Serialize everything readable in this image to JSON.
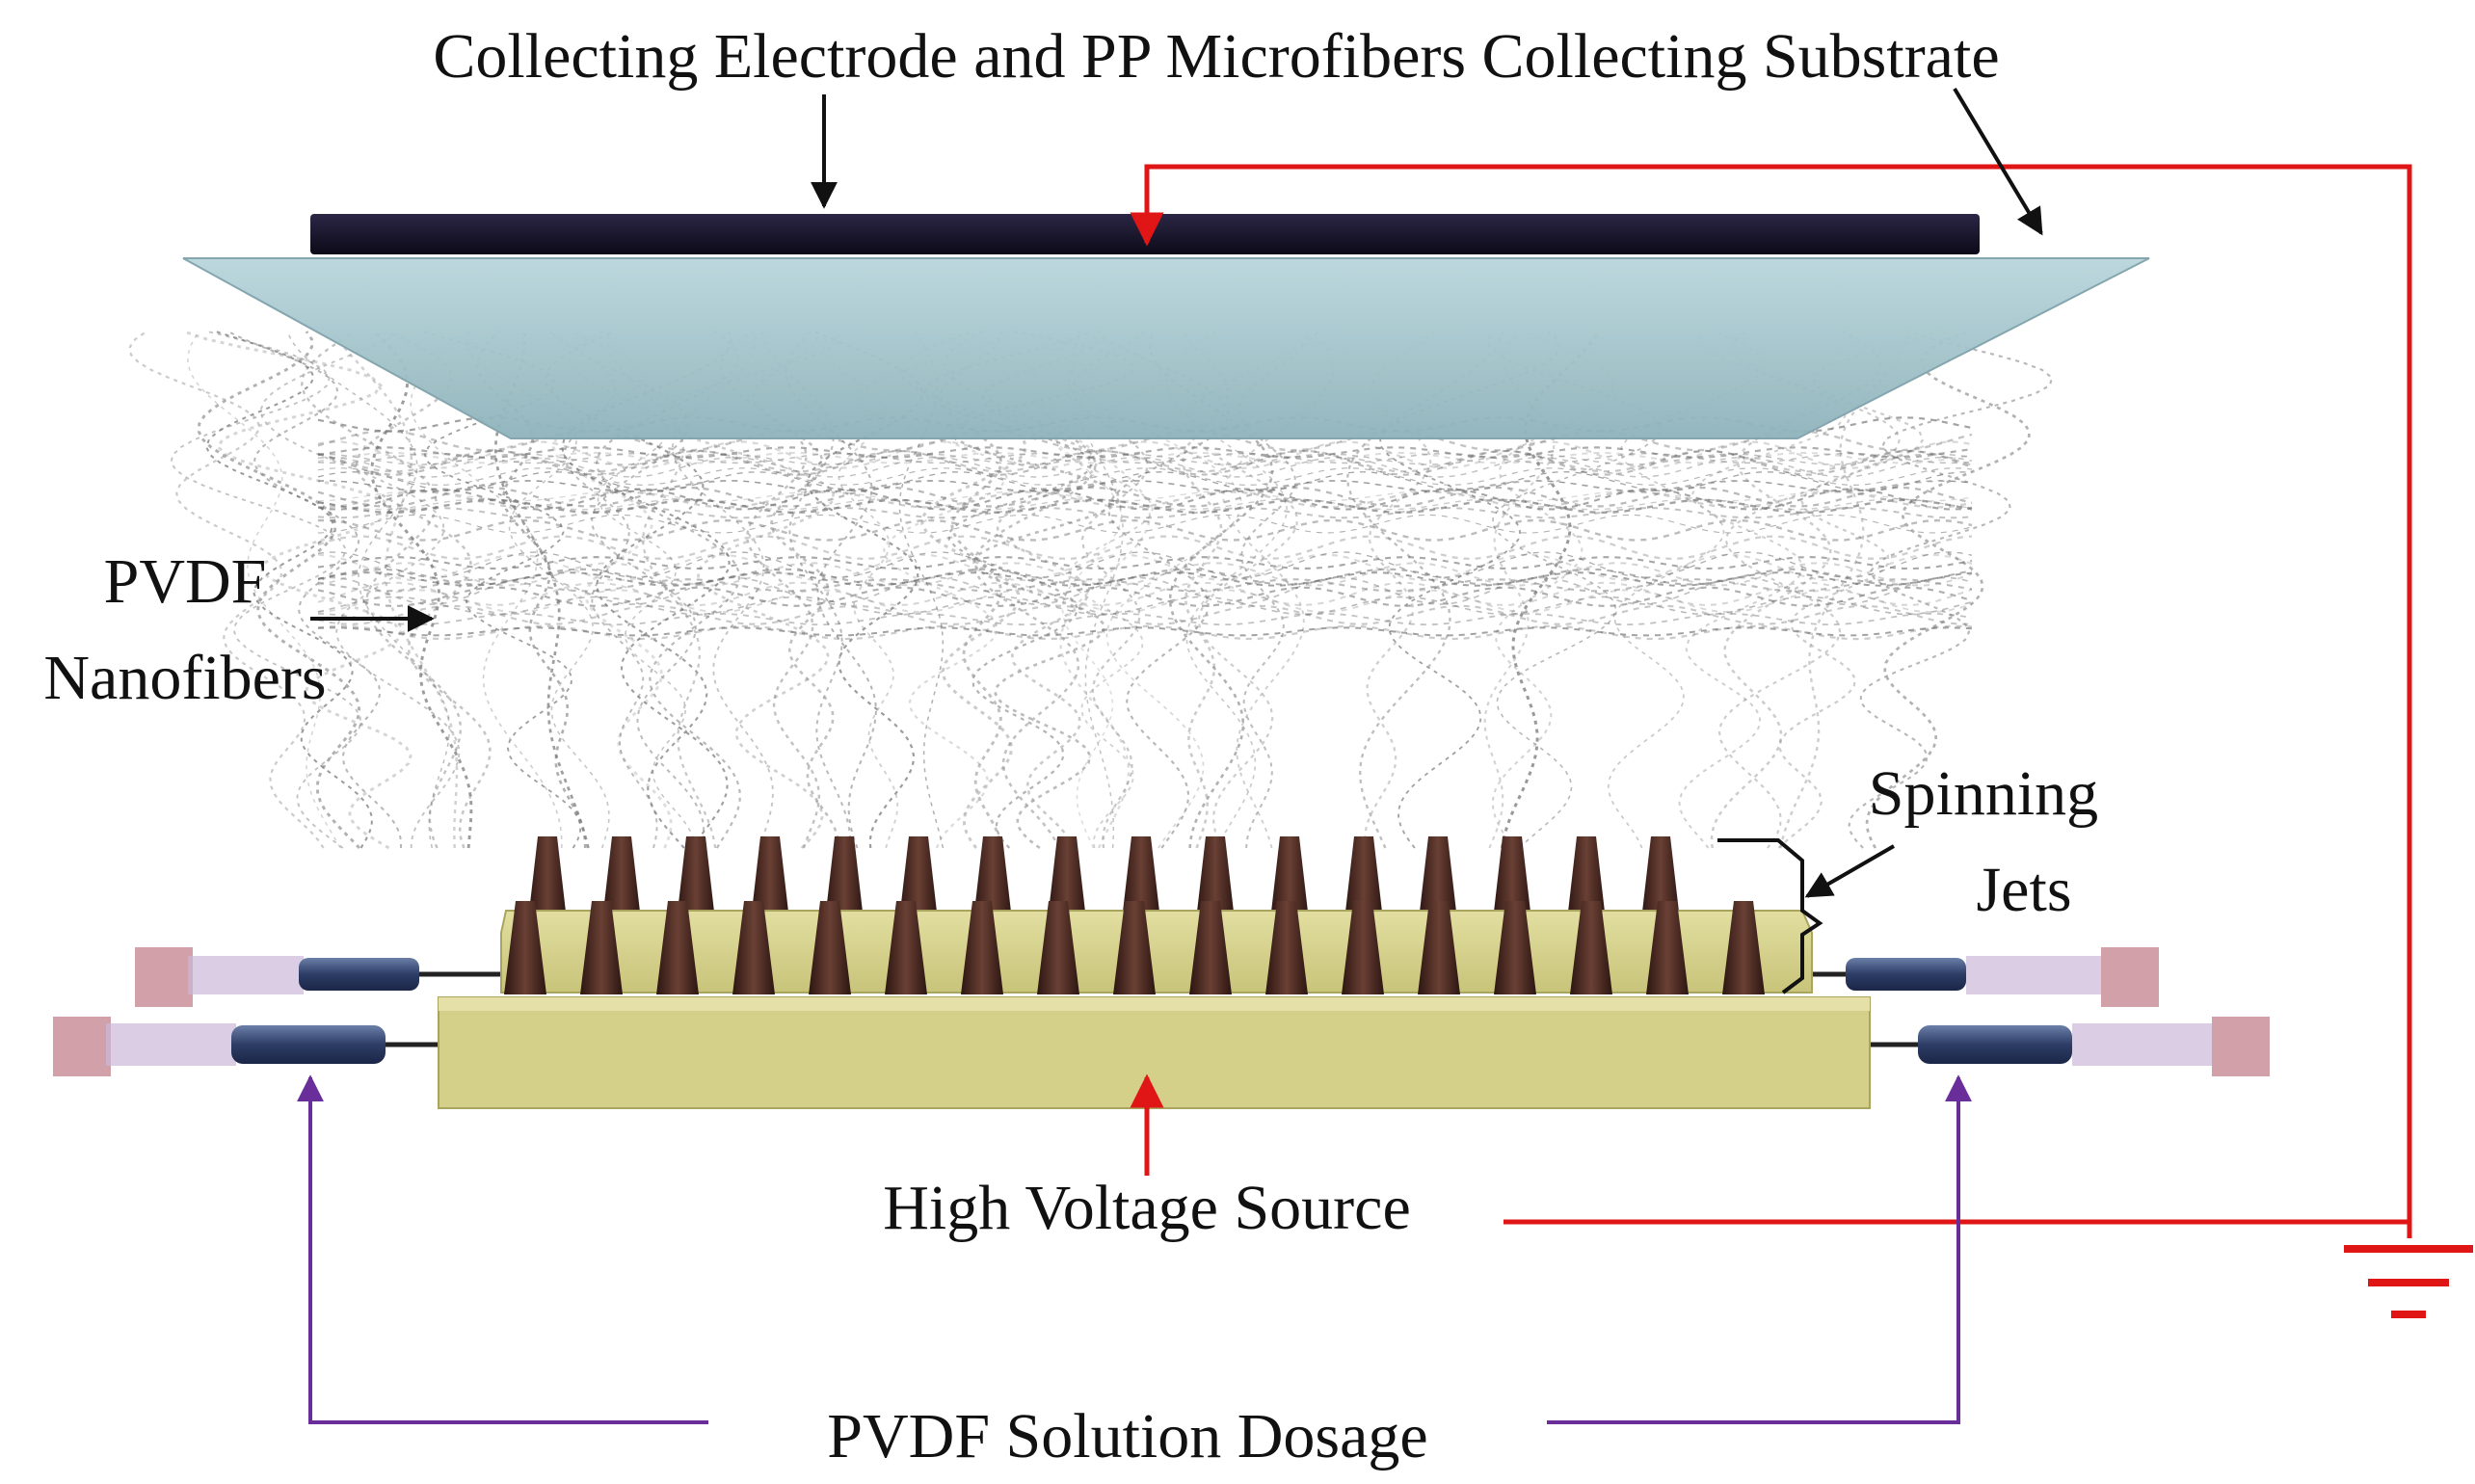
{
  "labels": {
    "collector": "Collecting Electrode and PP Microfibers Collecting Substrate",
    "nanofibers_line1": "PVDF",
    "nanofibers_line2": "Nanofibers",
    "jets_line1": "Spinning",
    "jets_line2": "Jets",
    "voltage": "High Voltage Source",
    "dosage": "PVDF Solution Dosage"
  },
  "colors": {
    "electrode": "#1a1530",
    "substrate": "#a9c8cf",
    "base": "#d4d089",
    "nozzle": "#4a2a22",
    "ground_wire": "#e01616",
    "dosage_line": "#6a2e9a",
    "syringe_body": "#3c4f7a",
    "syringe_barrel": "#cbb8d8",
    "plunger_cap": "#c98f9a"
  },
  "icons": {
    "ground": "ground-symbol-icon",
    "syringe": "syringe-icon"
  }
}
